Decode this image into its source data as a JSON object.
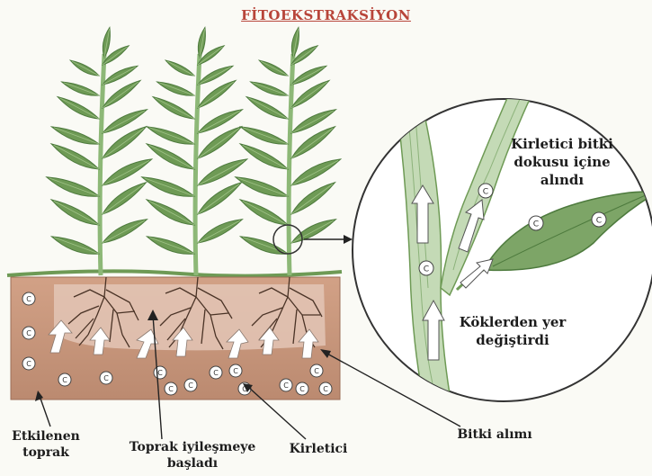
{
  "title": "FİTOEKSTRAKSİYON",
  "labels": {
    "affected_soil": "Etkilenen toprak",
    "soil_remediation": "Toprak iyileşmeye başladı",
    "contaminant": "Kirletici",
    "plant_uptake": "Bitki alımı",
    "absorbed": "Kirletici bitki dokusu içine alındı",
    "translocated": "Köklerden yer değiştirdi"
  },
  "contaminant_symbol": "C",
  "colors": {
    "title": "#b8453a",
    "leaf": "#6e9a55",
    "leaf_dark": "#4d7a3d",
    "stem": "#a8c894",
    "soil": "#c7967c",
    "soil_dark": "#a47459",
    "root": "#4a3326"
  }
}
